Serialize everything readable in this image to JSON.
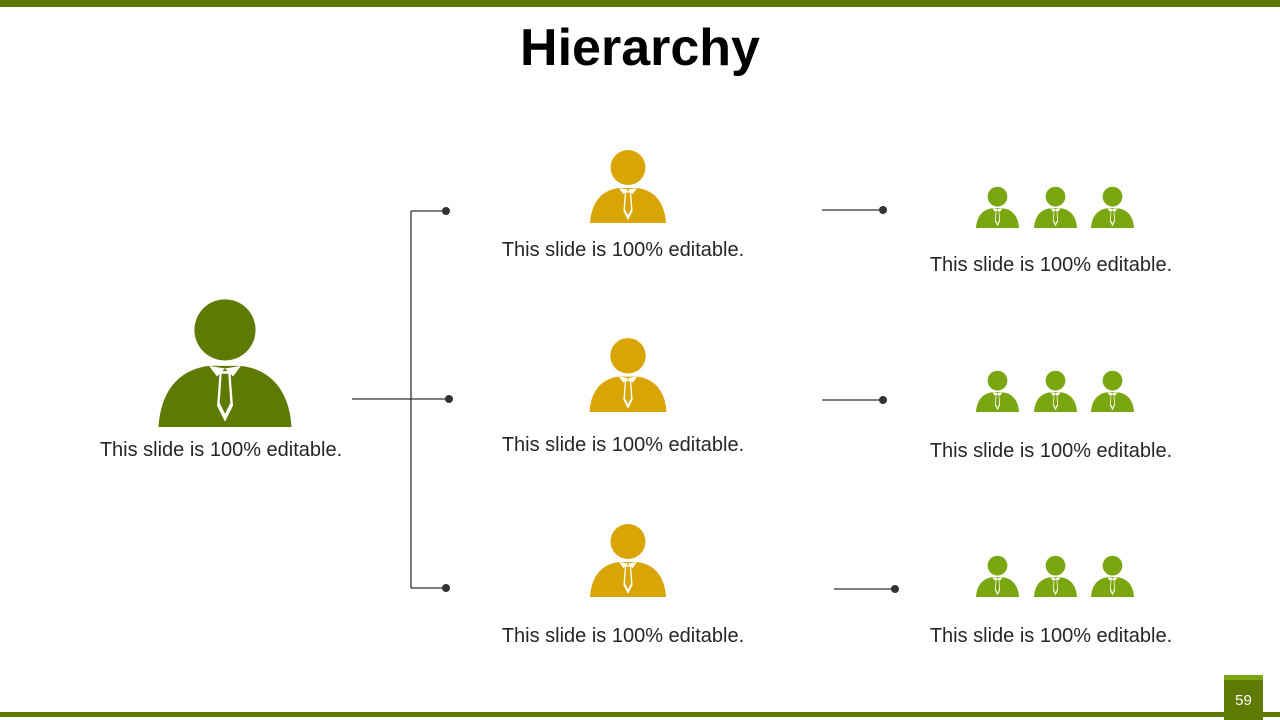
{
  "title": "Hierarchy",
  "page_number": "59",
  "colors": {
    "accent": "#5e7a02",
    "mid_level": "#d9a505",
    "team": "#7aa612",
    "connector": "#333333"
  },
  "icons": {
    "leader": "person-icon",
    "manager": "person-icon",
    "team": "team-icon"
  },
  "root": {
    "caption": "This slide is 100% editable."
  },
  "managers": [
    {
      "caption": "This slide is 100% editable."
    },
    {
      "caption": "This slide is 100% editable."
    },
    {
      "caption": "This slide is 100% editable."
    }
  ],
  "teams": [
    {
      "caption": "This slide is 100% editable."
    },
    {
      "caption": "This slide is 100% editable."
    },
    {
      "caption": "This slide is 100% editable."
    }
  ]
}
